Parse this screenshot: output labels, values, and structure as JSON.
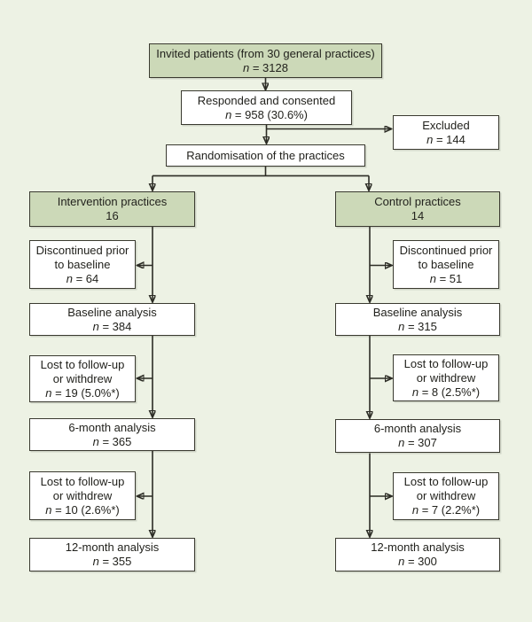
{
  "colors": {
    "bg": "#edf2e4",
    "box-green": "#ccd9b8",
    "box-white": "#ffffff",
    "border": "#3a3a30",
    "line": "#2c2c25",
    "text": "#22221d"
  },
  "boxes": {
    "invited": {
      "line1": "Invited patients (from 30 general practices)",
      "n_sym": "n",
      "n_val": " = 3128"
    },
    "responded": {
      "line1": "Responded and consented",
      "n_sym": "n",
      "n_val": " = 958 (30.6%)"
    },
    "excluded": {
      "line1": "Excluded",
      "n_sym": "n",
      "n_val": " = 144"
    },
    "randomisation": {
      "line1": "Randomisation of the practices"
    },
    "intervention": {
      "line1": "Intervention practices",
      "line2": "16"
    },
    "control": {
      "line1": "Control practices",
      "line2": "14"
    },
    "int_discontinued": {
      "line1": "Discontinued prior",
      "line2": "to baseline",
      "n_sym": "n",
      "n_val": " = 64"
    },
    "con_discontinued": {
      "line1": "Discontinued prior",
      "line2": "to baseline",
      "n_sym": "n",
      "n_val": " = 51"
    },
    "int_baseline": {
      "line1": "Baseline analysis",
      "n_sym": "n",
      "n_val": " = 384"
    },
    "con_baseline": {
      "line1": "Baseline analysis",
      "n_sym": "n",
      "n_val": " = 315"
    },
    "int_lost6": {
      "line1": "Lost to follow-up",
      "line2": "or withdrew",
      "n_sym": "n",
      "n_val": " = 19 (5.0%*)"
    },
    "con_lost6": {
      "line1": "Lost to follow-up",
      "line2": "or withdrew",
      "n_sym": "n",
      "n_val": " = 8 (2.5%*)"
    },
    "int_6month": {
      "line1": "6-month analysis",
      "n_sym": "n",
      "n_val": " = 365"
    },
    "con_6month": {
      "line1": "6-month analysis",
      "n_sym": "n",
      "n_val": " = 307"
    },
    "int_lost12": {
      "line1": "Lost to follow-up",
      "line2": "or withdrew",
      "n_sym": "n",
      "n_val": " = 10 (2.6%*)"
    },
    "con_lost12": {
      "line1": "Lost to follow-up",
      "line2": "or withdrew",
      "n_sym": "n",
      "n_val": " = 7 (2.2%*)"
    },
    "int_12month": {
      "line1": "12-month analysis",
      "n_sym": "n",
      "n_val": " = 355"
    },
    "con_12month": {
      "line1": "12-month analysis",
      "n_sym": "n",
      "n_val": " = 300"
    }
  }
}
